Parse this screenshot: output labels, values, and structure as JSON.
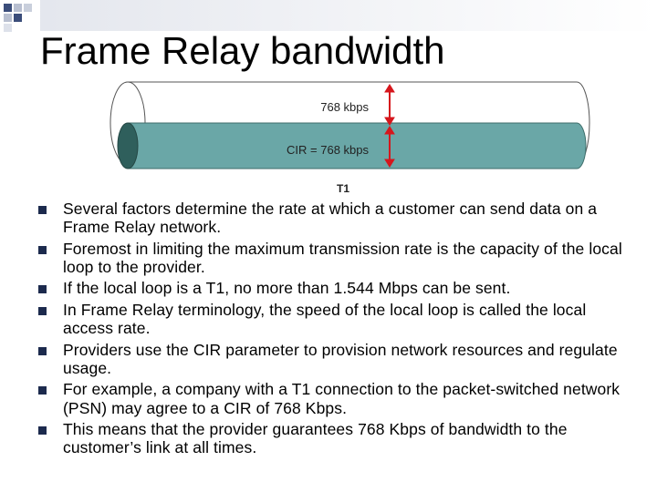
{
  "slide": {
    "title": "Frame Relay bandwidth"
  },
  "diagram": {
    "top_label": "768 kbps",
    "inner_label": "CIR = 768 kbps",
    "bottom_label": "T1",
    "colors": {
      "pipe_fill": "#6aa7a7",
      "pipe_end": "#2f5f5c",
      "arrow": "#d6161c"
    }
  },
  "bullets": [
    "Several factors determine the rate at which a customer can send data on a Frame Relay network.",
    "Foremost in limiting the maximum transmission rate is the capacity of the local loop to the provider.",
    "If the local loop is a T1, no more than 1.544 Mbps can be sent.",
    "In Frame Relay terminology, the speed of the local loop is called the local access rate.",
    "Providers use the CIR parameter to provision network resources and regulate usage.",
    "For example, a company with a T1 connection to the packet-switched network (PSN) may agree to a CIR of 768 Kbps.",
    "This means that the provider guarantees 768 Kbps of bandwidth to the customer’s link at all times."
  ],
  "colors": {
    "bullet": "#1c2a4d",
    "accent": "#3b4d7a"
  }
}
